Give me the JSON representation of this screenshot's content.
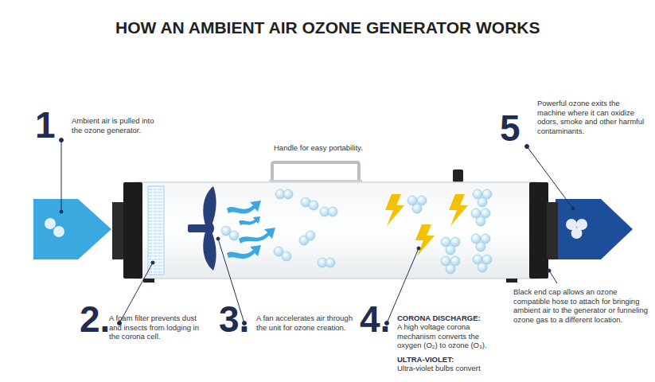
{
  "diagram": {
    "title": "HOW AN AMBIENT AIR OZONE GENERATOR WORKS",
    "labels": [
      "1",
      "Ambient air is pulled into the ozone generator.",
      "Handle for easy portability.",
      "5",
      "Powerful ozone exits the machine where it can oxidize odors, smoke and other harmful contaminants.",
      "2.",
      "A foam filter prevents dust and insects from lodging in the corona cell.",
      "3.",
      "A fan accelerates air through the unit for ozone creation.",
      "4.",
      "CORONA DISCHARGE:",
      "A high voltage corona mechanism converts the oxygen (O₂) to ozone (O₃).",
      "ULTRA-VIOLET:",
      "Ultra-violet bulbs convert",
      "Black end cap allows an ozone compatible hose to attach for bringing ambient air to the generator or funneling ozone gas to a different location."
    ]
  }
}
